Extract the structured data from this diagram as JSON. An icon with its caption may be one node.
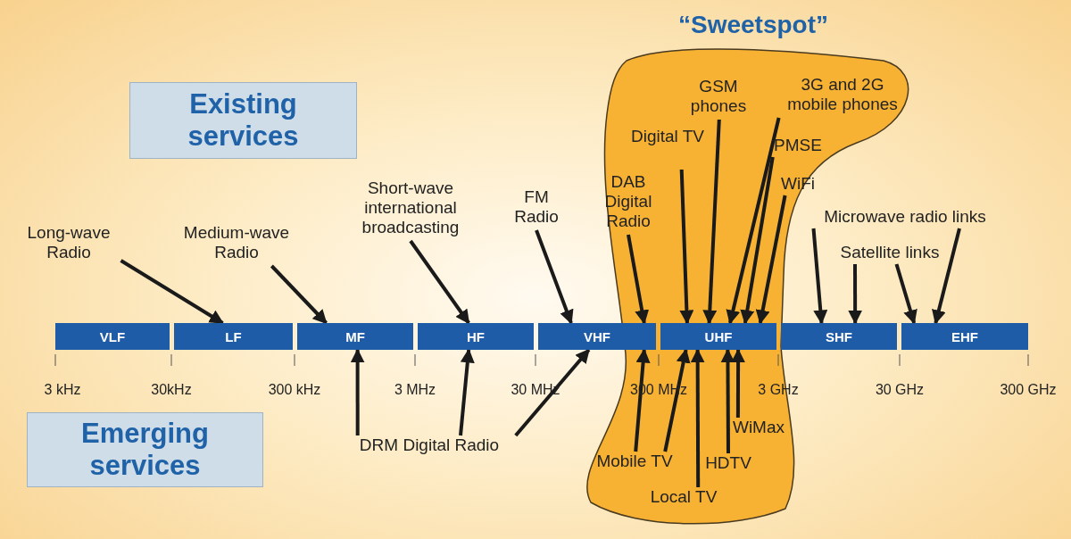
{
  "diagram": {
    "nodes": [
      {
        "text": [
          "Existing services"
        ]
      },
      {
        "text": [
          "Emerging services"
        ]
      },
      {
        "text": [
          "“Sweetspot”"
        ]
      },
      {
        "text": [
          "VLF"
        ]
      },
      {
        "text": [
          "LF"
        ]
      },
      {
        "text": [
          "MF"
        ]
      },
      {
        "text": [
          "HF"
        ]
      },
      {
        "text": [
          "VHF"
        ]
      },
      {
        "text": [
          "UHF"
        ],
        "in": 2
      },
      {
        "text": [
          "SHF"
        ]
      },
      {
        "text": [
          "EHF"
        ]
      },
      {
        "text": [
          "Long-wave Radio"
        ]
      },
      {
        "text": [
          "Medium-wave Radio"
        ]
      },
      {
        "text": [
          "Short-wave international broadcasting"
        ]
      },
      {
        "text": [
          "FM Radio"
        ]
      },
      {
        "text": [
          "DAB Digital Radio"
        ],
        "in": 2
      },
      {
        "text": [
          "Digital TV"
        ],
        "in": 2
      },
      {
        "text": [
          "GSM phones"
        ],
        "in": 2
      },
      {
        "text": [
          "3G and 2G mobile phones"
        ],
        "in": 2
      },
      {
        "text": [
          "PMSE"
        ],
        "in": 2
      },
      {
        "text": [
          "WiFi"
        ],
        "in": 2
      },
      {
        "text": [
          "Microwave radio links"
        ]
      },
      {
        "text": [
          "Satellite links"
        ]
      },
      {
        "text": [
          "DRM Digital Radio"
        ]
      },
      {
        "text": [
          "Mobile TV"
        ],
        "in": 2
      },
      {
        "text": [
          "Local TV"
        ],
        "in": 2
      },
      {
        "text": [
          "HDTV"
        ],
        "in": 2
      },
      {
        "text": [
          "WiMax"
        ],
        "in": 2
      }
    ],
    "edges": [
      {
        "from": 11,
        "to": 4,
        "arrow": "to"
      },
      {
        "from": 12,
        "to": 5,
        "arrow": "to"
      },
      {
        "from": 13,
        "to": 6,
        "arrow": "to"
      },
      {
        "from": 14,
        "to": 7,
        "arrow": "to"
      },
      {
        "from": 15,
        "to": 7,
        "arrow": "to"
      },
      {
        "from": 16,
        "to": 8,
        "arrow": "to"
      },
      {
        "from": 17,
        "to": 8,
        "arrow": "to"
      },
      {
        "from": 18,
        "to": 8,
        "arrow": "to"
      },
      {
        "from": 19,
        "to": 8,
        "arrow": "to"
      },
      {
        "from": 20,
        "to": 8,
        "arrow": "to"
      },
      {
        "from": 21,
        "to": 9,
        "arrow": "to"
      },
      {
        "from": 21,
        "to": 10,
        "arrow": "to"
      },
      {
        "from": 22,
        "to": 9,
        "arrow": "to"
      },
      {
        "from": 22,
        "to": 10,
        "arrow": "to"
      },
      {
        "from": 23,
        "to": 5,
        "arrow": "to"
      },
      {
        "from": 23,
        "to": 6,
        "arrow": "to"
      },
      {
        "from": 23,
        "to": 7,
        "arrow": "to"
      },
      {
        "from": 24,
        "to": 7,
        "arrow": "to"
      },
      {
        "from": 24,
        "to": 8,
        "arrow": "to"
      },
      {
        "from": 25,
        "to": 8,
        "arrow": "to"
      },
      {
        "from": 26,
        "to": 8,
        "arrow": "to"
      },
      {
        "from": 27,
        "to": 8,
        "arrow": "to"
      }
    ],
    "labels": [
      "3 kHz",
      "30kHz",
      "300 kHz",
      "3 MHz",
      "30 MHz",
      "300 MHz",
      "3 GHz",
      "30 GHz",
      "300 GHz"
    ]
  }
}
